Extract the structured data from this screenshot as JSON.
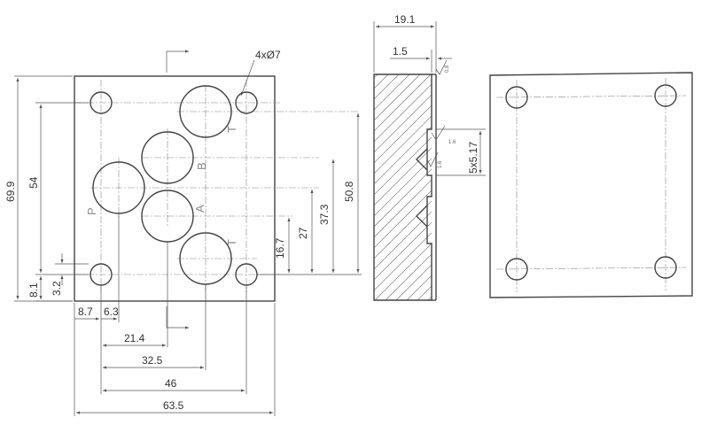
{
  "front_view": {
    "hole_callout": "4xØ7",
    "ports": {
      "p": "P",
      "a": "A",
      "b": "B",
      "t_top": "T",
      "t_bottom": "T"
    },
    "dims_horizontal": [
      "8.7",
      "6.3",
      "21.4",
      "32.5",
      "46",
      "63.5"
    ],
    "dims_vertical_left": [
      "69.9",
      "54",
      "8.1",
      "3.2"
    ],
    "dims_vertical_right": [
      "50.8",
      "37.3",
      "27",
      "16.7"
    ]
  },
  "side_view": {
    "dim_width": "19.1",
    "dim_step": "1.5",
    "dim_slot": "5x5.17",
    "roughness": [
      "0.8",
      "1.6",
      "1.6"
    ]
  }
}
